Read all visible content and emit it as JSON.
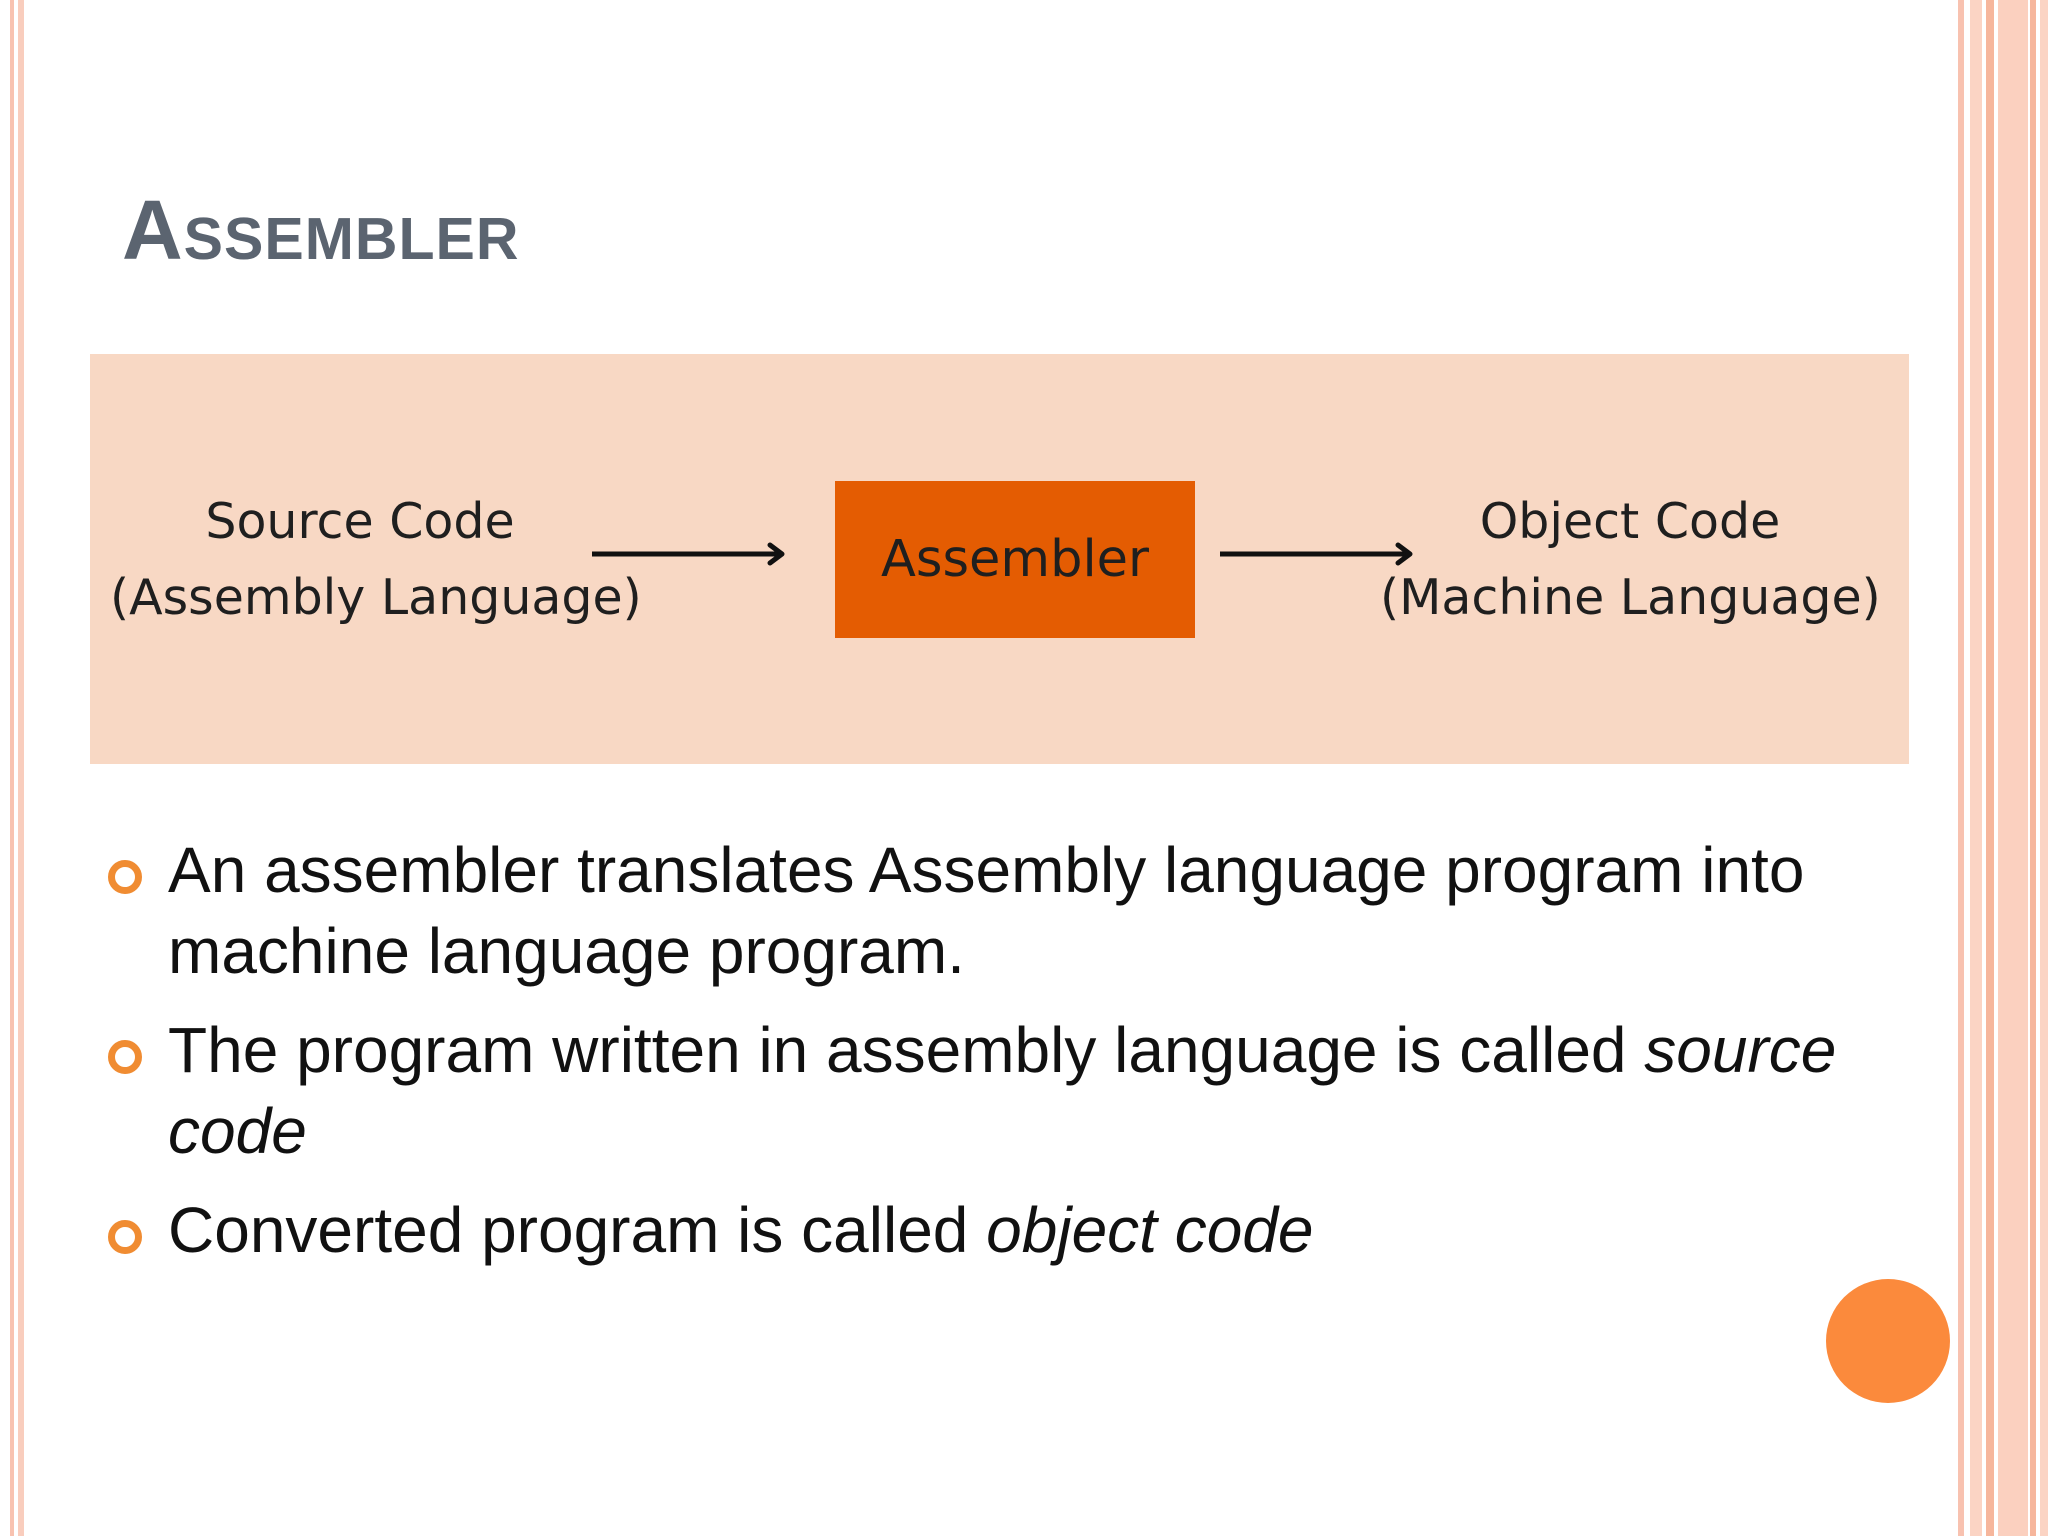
{
  "slide": {
    "title": "Assembler",
    "diagram": {
      "source_line1": "Source Code",
      "source_line2": "(Assembly Language)",
      "process": "Assembler",
      "object_line1": "Object Code",
      "object_line2": "(Machine Language)"
    },
    "bullets": [
      {
        "text": "An assembler translates Assembly language program into machine language program.",
        "em": ""
      },
      {
        "text": "The program written in assembly language is called ",
        "em": "source code"
      },
      {
        "text": "Converted program is called ",
        "em": "object code"
      }
    ],
    "colors": {
      "title": "#5b6470",
      "diagram_bg": "#f8d8c4",
      "process_box": "#e45c02",
      "bullet_icon": "#f08c32",
      "deco_circle": "#fb8a3c"
    }
  }
}
